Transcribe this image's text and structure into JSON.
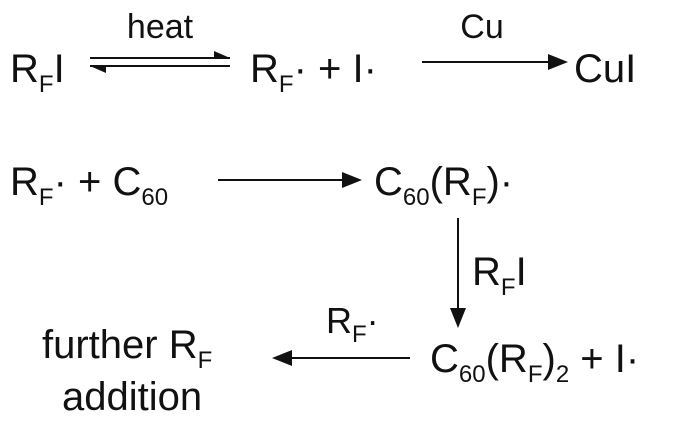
{
  "scheme": {
    "eq1": {
      "reactant": {
        "base": "R",
        "sub": "F",
        "rest": "I"
      },
      "condition": "heat",
      "product": {
        "radical_base": "R",
        "radical_sub": "F",
        "rest": "· + I·"
      },
      "reagent": "Cu",
      "final": "CuI"
    },
    "eq2": {
      "reactant": {
        "base": "R",
        "sub": "F",
        "mid": "· + C",
        "c_sub": "60"
      },
      "product": {
        "c": "C",
        "c_sub": "60",
        "open": "(R",
        "r_sub": "F",
        "close": ")·"
      }
    },
    "step3": {
      "reagent": {
        "base": "R",
        "sub": "F",
        "rest": "I"
      },
      "product": {
        "c": "C",
        "c_sub": "60",
        "open": "(R",
        "r_sub": "F",
        "close": ")",
        "n_sub": "2",
        "rest": " + I·"
      }
    },
    "step4": {
      "reagent": {
        "base": "R",
        "sub": "F",
        "rest": "·"
      },
      "result_line1": {
        "text": "further R",
        "sub": "F"
      },
      "result_line2": "addition"
    }
  }
}
